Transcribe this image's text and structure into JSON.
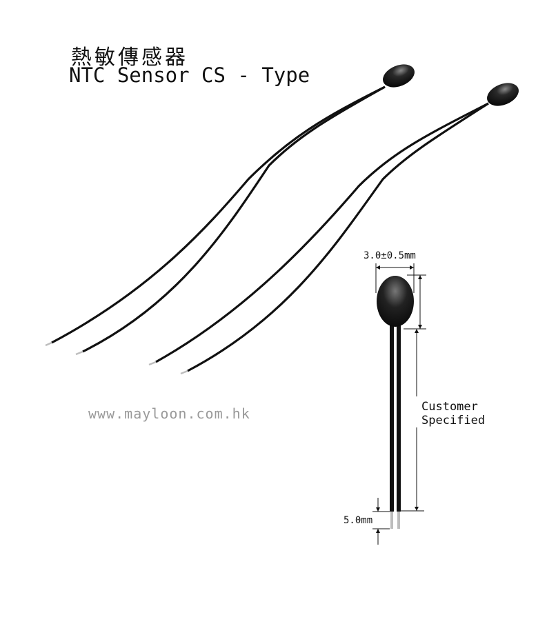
{
  "header": {
    "title_zh": "熱敏傳感器",
    "title_en": "NTC Sensor CS - Type"
  },
  "website": "www.mayloon.com.hk",
  "dimensions": {
    "bead_diameter": "3.0±0.5mm",
    "lead_length_line1": "Customer",
    "lead_length_line2": "Specified",
    "stripped_length": "5.0mm"
  },
  "colors": {
    "wire": "#111111",
    "bead_dark": "#0a0a0a",
    "bead_highlight": "#8a8a8a",
    "tip": "#bdbdbd",
    "website_text": "#999999"
  }
}
